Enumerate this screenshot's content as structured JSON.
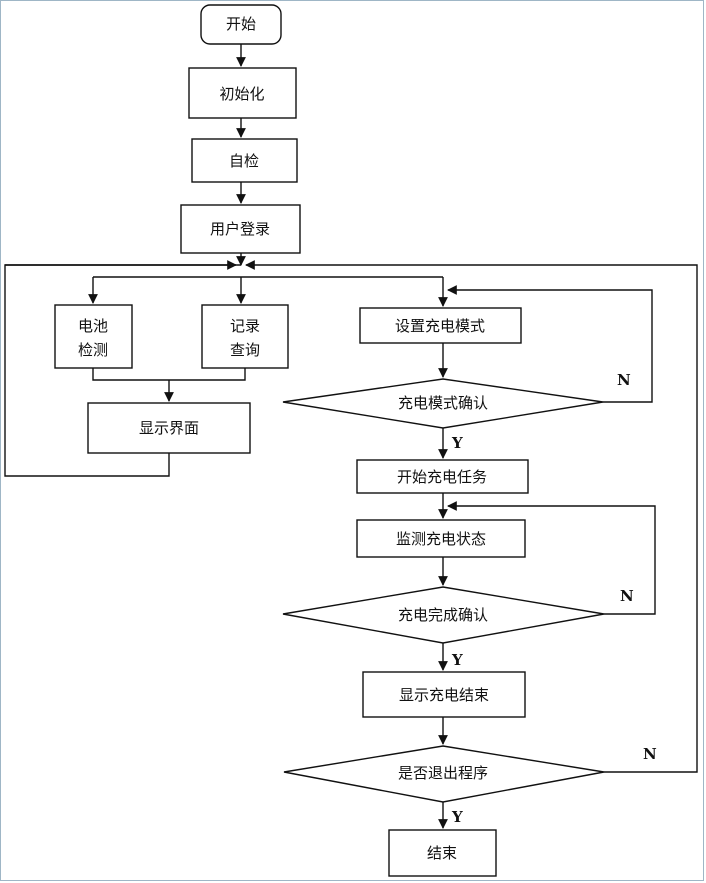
{
  "flowchart": {
    "start": "开始",
    "init": "初始化",
    "selfcheck": "自检",
    "login": "用户登录",
    "battery_line1": "电池",
    "battery_line2": "检测",
    "record_line1": "记录",
    "record_line2": "查询",
    "display_ui": "显示界面",
    "set_mode": "设置充电模式",
    "confirm_mode": "充电模式确认",
    "start_task": "开始充电任务",
    "monitor": "监测充电状态",
    "charge_done": "充电完成确认",
    "show_end": "显示充电结束",
    "exit_q": "是否退出程序",
    "end": "结束"
  },
  "labels": {
    "yes": "Y",
    "no": "N"
  }
}
